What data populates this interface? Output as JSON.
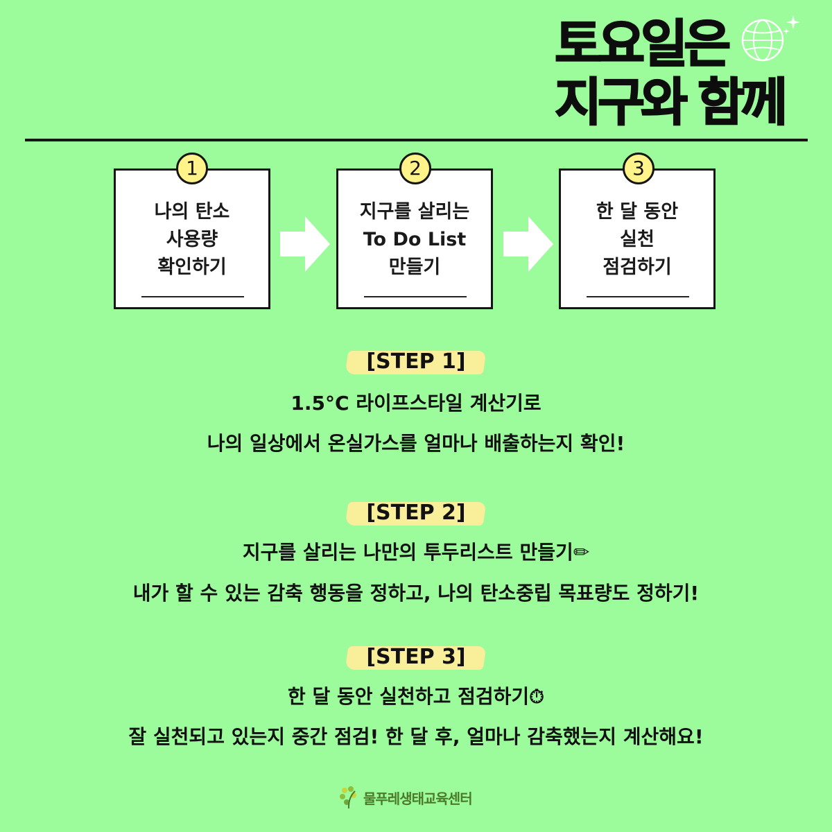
{
  "title": {
    "line1": "토요일은",
    "line2": "지구와 함께"
  },
  "steps_boxes": [
    {
      "number": "1",
      "text": "나의 탄소\n사용량\n확인하기"
    },
    {
      "number": "2",
      "text": "지구를 살리는\nTo Do List\n만들기"
    },
    {
      "number": "3",
      "text": "한 달 동안\n실천\n점검하기"
    }
  ],
  "steps": [
    {
      "label": "[STEP 1]",
      "line1": "1.5°C 라이프스타일 계산기로",
      "line2": "나의 일상에서 온실가스를 얼마나 배출하는지 확인!"
    },
    {
      "label": "[STEP 2]",
      "line1": "지구를 살리는 나만의 투두리스트 만들기✏",
      "line2": "내가 할 수 있는 감축 행동을 정하고, 나의 탄소중립 목표량도 정하기!"
    },
    {
      "label": "[STEP 3]",
      "line1": "한 달 동안 실천하고 점검하기⏱",
      "line2": "잘 실천되고 있는지 중간 점검! 한 달 후, 얼마나 감축했는지 계산해요!"
    }
  ],
  "footer": {
    "org_name": "물푸레생태교육센터",
    "logo_icon": "leaf-icon"
  },
  "colors": {
    "background": "#9cfb9b",
    "badge": "#fff38a",
    "highlight": "#f9ef9a",
    "text": "#111111"
  }
}
